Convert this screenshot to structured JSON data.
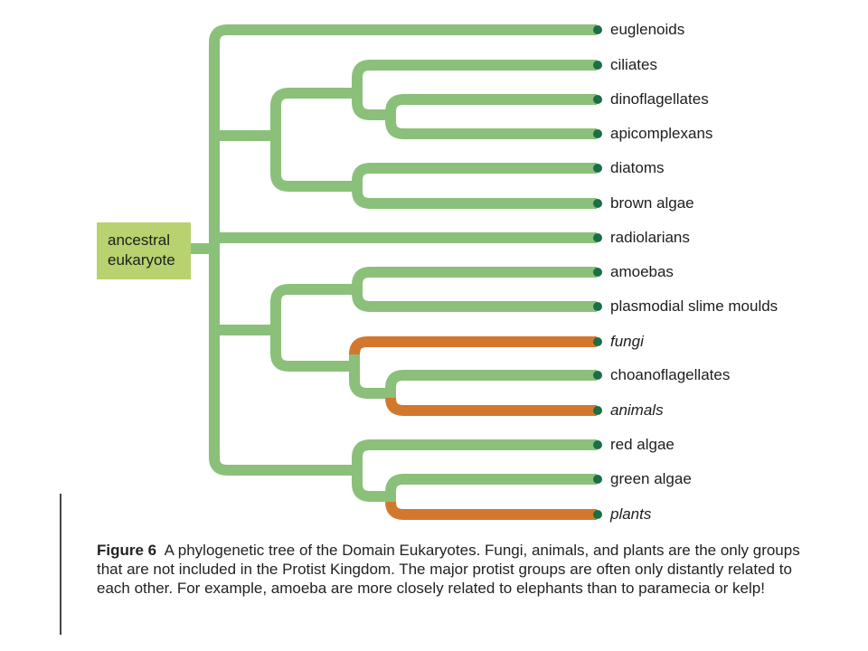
{
  "root": {
    "line1": "ancestral",
    "line2": "eukaryote"
  },
  "colors": {
    "green_branch": "#8bc07a",
    "orange_branch": "#d2782e",
    "root_fill": "#b7d26e",
    "dot": "#1b6e47"
  },
  "leaves": [
    {
      "label": "euglenoids",
      "italic": false,
      "orange": false
    },
    {
      "label": "ciliates",
      "italic": false,
      "orange": false
    },
    {
      "label": "dinoflagellates",
      "italic": false,
      "orange": false
    },
    {
      "label": "apicomplexans",
      "italic": false,
      "orange": false
    },
    {
      "label": "diatoms",
      "italic": false,
      "orange": false
    },
    {
      "label": "brown algae",
      "italic": false,
      "orange": false
    },
    {
      "label": "radiolarians",
      "italic": false,
      "orange": false
    },
    {
      "label": "amoebas",
      "italic": false,
      "orange": false
    },
    {
      "label": "plasmodial slime moulds",
      "italic": false,
      "orange": false
    },
    {
      "label": "fungi",
      "italic": true,
      "orange": true
    },
    {
      "label": "choanoflagellates",
      "italic": false,
      "orange": false
    },
    {
      "label": "animals",
      "italic": true,
      "orange": true
    },
    {
      "label": "red algae",
      "italic": false,
      "orange": false
    },
    {
      "label": "green algae",
      "italic": false,
      "orange": false
    },
    {
      "label": "plants",
      "italic": true,
      "orange": true
    }
  ],
  "caption": {
    "figure_label": "Figure 6",
    "text": "A phylogenetic tree of the Domain Eukaryotes. Fungi, animals, and plants are the only groups that are not included in the Protist Kingdom. The major protist groups are often only distantly related to each other. For example, amoeba are more closely related to elephants than to paramecia or kelp!"
  }
}
